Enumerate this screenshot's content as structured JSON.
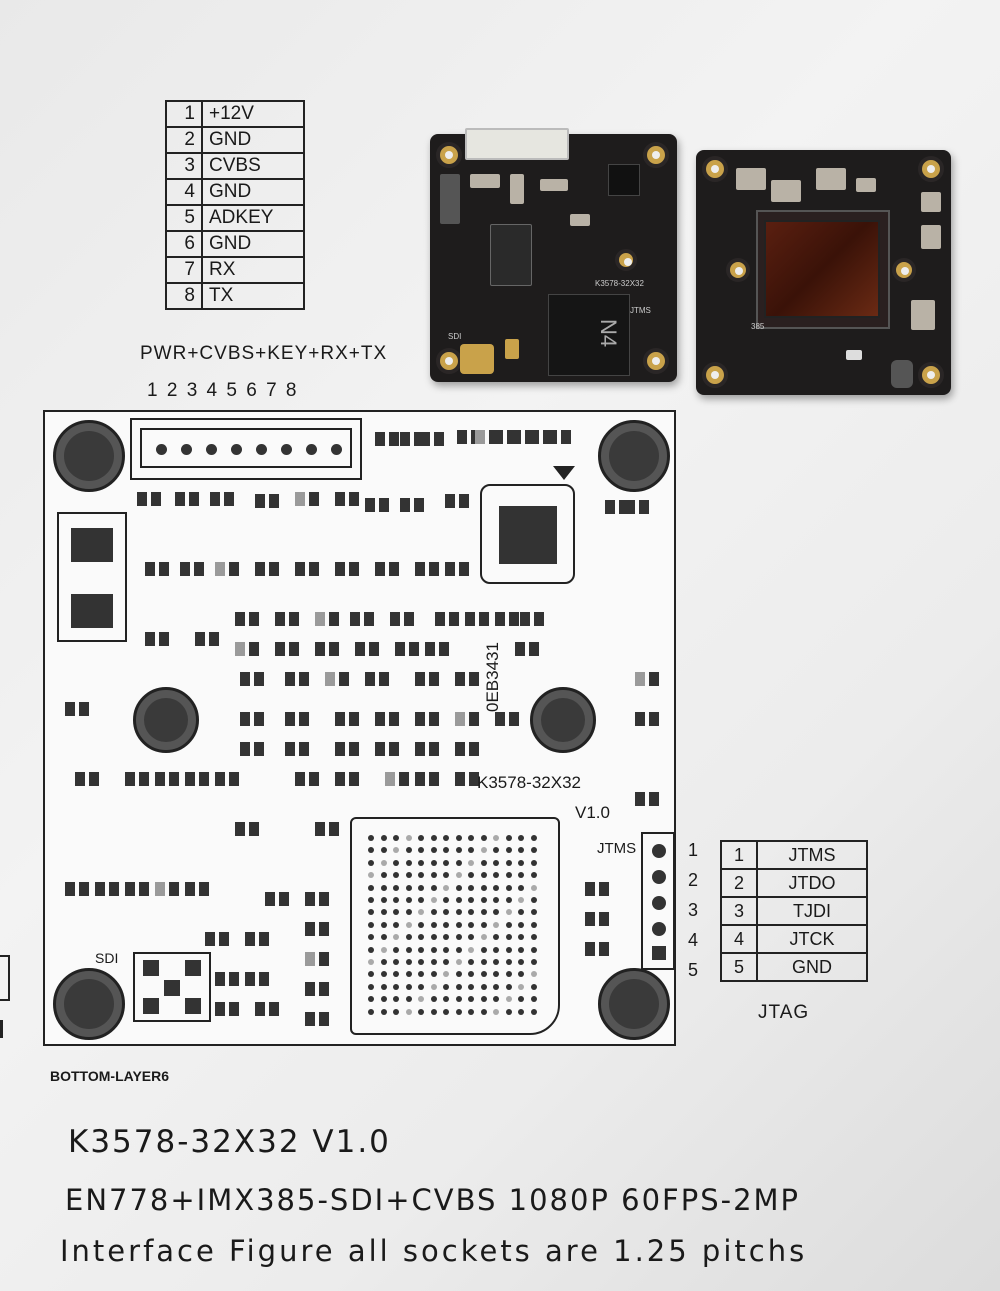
{
  "pinout_power": {
    "rows": [
      {
        "num": "1",
        "name": "+12V"
      },
      {
        "num": "2",
        "name": "GND"
      },
      {
        "num": "3",
        "name": "CVBS"
      },
      {
        "num": "4",
        "name": "GND"
      },
      {
        "num": "5",
        "name": "ADKEY"
      },
      {
        "num": "6",
        "name": "GND"
      },
      {
        "num": "7",
        "name": "RX"
      },
      {
        "num": "8",
        "name": "TX"
      }
    ],
    "caption": "PWR+CVBS+KEY+RX+TX",
    "pin_numbers": "1 2 3 4 5 6 7 8"
  },
  "pinout_jtag": {
    "rows": [
      {
        "num": "1",
        "name": "JTMS"
      },
      {
        "num": "2",
        "name": "JTDO"
      },
      {
        "num": "3",
        "name": "TJDI"
      },
      {
        "num": "4",
        "name": "JTCK"
      },
      {
        "num": "5",
        "name": "GND"
      }
    ],
    "caption": "JTAG",
    "side_numbers": [
      "1",
      "2",
      "3",
      "4",
      "5"
    ]
  },
  "board_labels": {
    "jtms": "JTMS",
    "sdi": "SDI",
    "model": "K3578-32X32",
    "version": "V1.0",
    "chip_code": "0EB3431",
    "bottom_layer": "BOTTOM-LAYER6",
    "photo_sdi": "SDI",
    "photo_jtms": "JTMS",
    "photo_model": "K3578-32X32",
    "photo_sensor": "385",
    "photo_chip": "N4"
  },
  "footer": {
    "line1": "K3578-32X32 V1.0",
    "line2": "EN778+IMX385-SDI+CVBS 1080P 60FPS-2MP",
    "line3": "Interface Figure all sockets are 1.25 pitchs"
  }
}
